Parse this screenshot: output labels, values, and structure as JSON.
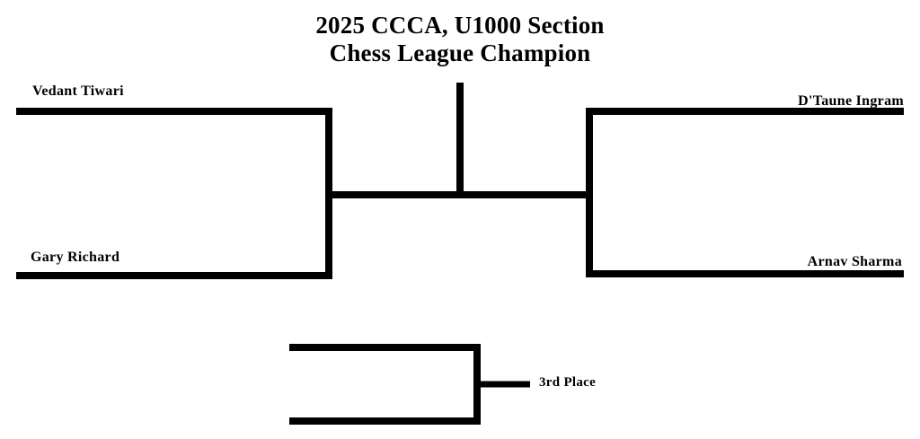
{
  "title": {
    "line1": "2025 CCCA, U1000 Section",
    "line2": "Chess League Champion"
  },
  "bracket": {
    "type": "single-elimination",
    "line_color": "#000000",
    "background_color": "#ffffff",
    "stroke_width": 8,
    "matches": [
      {
        "id": "semifinal-left",
        "side": "left",
        "slots": [
          {
            "position": "top",
            "name": "Vedant Tiwari"
          },
          {
            "position": "bottom",
            "name": "Gary Richard"
          }
        ]
      },
      {
        "id": "semifinal-right",
        "side": "right",
        "slots": [
          {
            "position": "top",
            "name": "D'Taune Ingram"
          },
          {
            "position": "bottom",
            "name": "Arnav Sharma"
          }
        ]
      },
      {
        "id": "final",
        "side": "center",
        "slots": [
          {
            "position": "champion",
            "name": ""
          }
        ]
      }
    ],
    "consolation": {
      "id": "third-place-match",
      "label": "3rd Place",
      "slots": [
        {
          "position": "top",
          "name": ""
        },
        {
          "position": "bottom",
          "name": ""
        }
      ]
    }
  },
  "labels": {
    "vedant_tiwari": "Vedant Tiwari",
    "gary_richard": "Gary Richard",
    "dtaune_ingram": "D'Taune Ingram",
    "arnav_sharma": "Arnav Sharma",
    "third_place": "3rd Place"
  }
}
